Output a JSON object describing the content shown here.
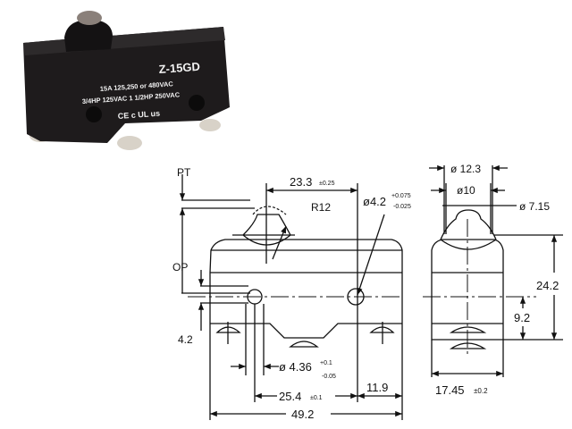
{
  "photo": {
    "model": "Z-15GD",
    "rating_line1": "15A 125,250 or 480VAC",
    "rating_line2": "3/4HP 125VAC  1 1/2HP 250VAC",
    "marks": "CE c UL us"
  },
  "drawing": {
    "pt": "PT",
    "op": "OP",
    "dim_23_3": "23.3",
    "tol_23_3": "±0.25",
    "r12": "R12",
    "hole_dia": "ø4.2",
    "hole_tol_plus": "+0.075",
    "hole_tol_minus": "-0.025",
    "dim_4_2": "4.2",
    "pin_dia": "ø 4.36",
    "pin_tol_plus": "+0.1",
    "pin_tol_minus": "-0.05",
    "dim_25_4": "25.4",
    "tol_25_4": "±0.1",
    "dim_11_9": "11.9",
    "dim_49_2": "49.2",
    "side_12_3": "ø 12.3",
    "side_10": "ø10",
    "side_7_15": "ø 7.15",
    "side_24_2": "24.2",
    "side_9_2": "9.2",
    "side_17_45": "17.45",
    "tol_17_45": "±0.2"
  }
}
